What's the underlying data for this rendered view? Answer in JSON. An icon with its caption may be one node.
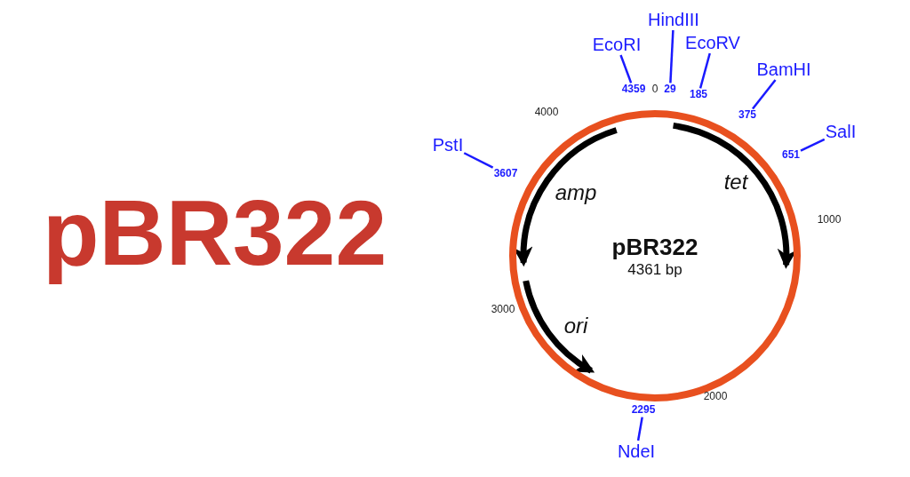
{
  "diagram": {
    "title": "pBR322",
    "nodes": [
      {
        "text": [
          "pBR322",
          "4361 bp"
        ]
      },
      {
        "text": [
          "EcoRI"
        ]
      },
      {
        "text": [
          "4359"
        ]
      },
      {
        "text": [
          "HindIII"
        ]
      },
      {
        "text": [
          "29"
        ]
      },
      {
        "text": [
          "EcoRV"
        ]
      },
      {
        "text": [
          "185"
        ]
      },
      {
        "text": [
          "BamHI"
        ]
      },
      {
        "text": [
          "375"
        ]
      },
      {
        "text": [
          "SalI"
        ]
      },
      {
        "text": [
          "651"
        ]
      },
      {
        "text": [
          "PstI"
        ]
      },
      {
        "text": [
          "3607"
        ]
      },
      {
        "text": [
          "NdeI"
        ]
      },
      {
        "text": [
          "2295"
        ]
      }
    ],
    "edges": [
      {
        "from": 1,
        "to": 2,
        "arrow": "none"
      },
      {
        "from": 3,
        "to": 4,
        "arrow": "none"
      },
      {
        "from": 5,
        "to": 6,
        "arrow": "none"
      },
      {
        "from": 7,
        "to": 8,
        "arrow": "none"
      },
      {
        "from": 9,
        "to": 10,
        "arrow": "none"
      },
      {
        "from": 11,
        "to": 12,
        "arrow": "none"
      },
      {
        "from": 13,
        "to": 14,
        "arrow": "none"
      }
    ],
    "labels": [
      "0",
      "4000",
      "amp",
      "tet",
      "1000",
      "3000",
      "ori",
      "2000"
    ]
  }
}
